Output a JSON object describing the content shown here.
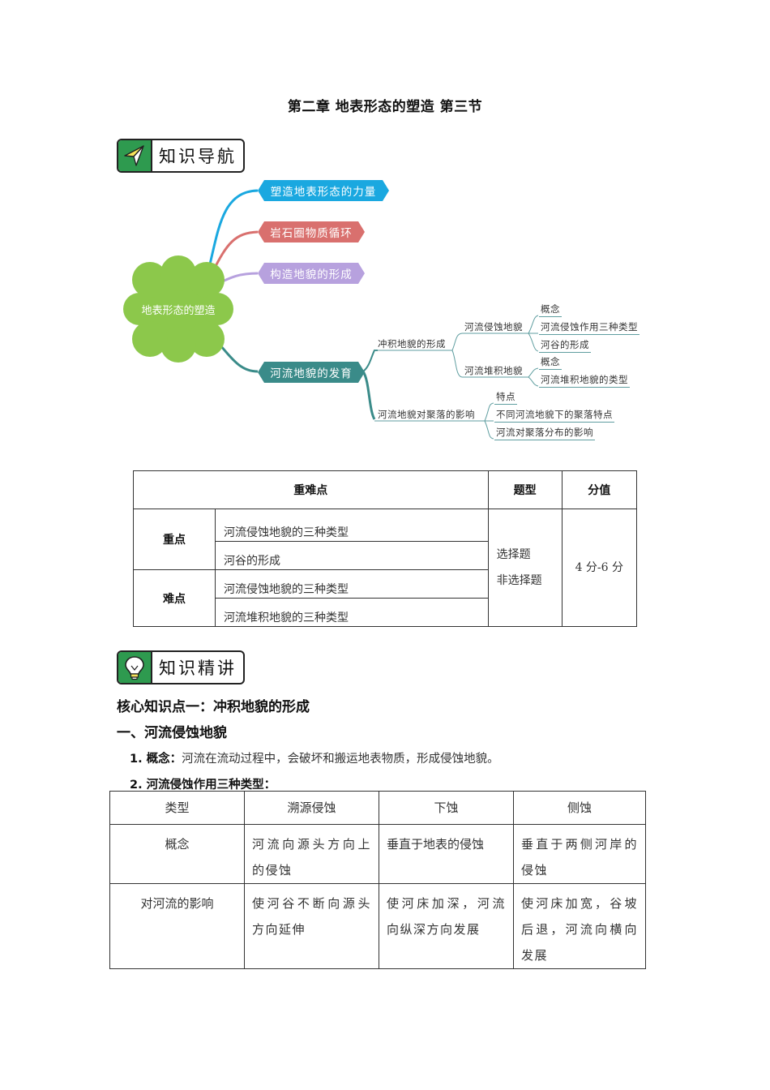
{
  "page": {
    "title": "第二章  地表形态的塑造  第三节"
  },
  "sections": {
    "nav_badge": {
      "label": "知识导航",
      "icon": "paper-plane-icon"
    },
    "lecture_badge": {
      "label": "知识精讲",
      "icon": "lightbulb-icon"
    }
  },
  "mindmap": {
    "root": "地表形态的塑造",
    "branches": [
      {
        "label": "塑造地表形态的力量",
        "color": "#1aa8e0"
      },
      {
        "label": "岩石圈物质循环",
        "color": "#d9706e"
      },
      {
        "label": "构造地貌的形成",
        "color": "#b7a1de"
      },
      {
        "label": "河流地貌的发育",
        "color": "#3a8b89"
      }
    ],
    "river": {
      "sub1": {
        "label": "冲积地貌的形成",
        "erosion": {
          "label": "河流侵蚀地貌",
          "leaves": [
            "概念",
            "河流侵蚀作用三种类型",
            "河谷的形成"
          ]
        },
        "deposit": {
          "label": "河流堆积地貌",
          "leaves": [
            "概念",
            "河流堆积地貌的类型"
          ]
        }
      },
      "sub2": {
        "label": "河流地貌对聚落的影响",
        "leaves": [
          "特点",
          "不同河流地貌下的聚落特点",
          "河流对聚落分布的影响"
        ]
      }
    }
  },
  "key_table": {
    "headers": [
      "重难点",
      "题型",
      "分值"
    ],
    "key_label": "重点",
    "key_items": [
      "河流侵蚀地貌的三种类型",
      "河谷的形成"
    ],
    "hard_label": "难点",
    "hard_items": [
      "河流侵蚀地貌的三种类型",
      "河流堆积地貌的三种类型"
    ],
    "question_types": [
      "选择题",
      "非选择题"
    ],
    "score": "4 分-6 分"
  },
  "content": {
    "core_heading": "核心知识点一：冲积地貌的形成",
    "section_heading": "一、河流侵蚀地貌",
    "concept_label": "1. 概念：",
    "concept_text": "河流在流动过程中，会破坏和搬运地表物质，形成侵蚀地貌。",
    "types_label": "2. 河流侵蚀作用三种类型："
  },
  "erosion_table": {
    "headers": [
      "类型",
      "溯源侵蚀",
      "下蚀",
      "侧蚀"
    ],
    "rows": [
      {
        "label": "概念",
        "cells": [
          "河流向源头方向上的侵蚀",
          "垂直于地表的侵蚀",
          "垂直于两侧河岸的侵蚀"
        ]
      },
      {
        "label": "对河流的影响",
        "cells": [
          "使河谷不断向源头方向延伸",
          "使河床加深，河流向纵深方向发展",
          "使河床加宽，谷坡后退，河流向横向发展"
        ]
      }
    ]
  }
}
